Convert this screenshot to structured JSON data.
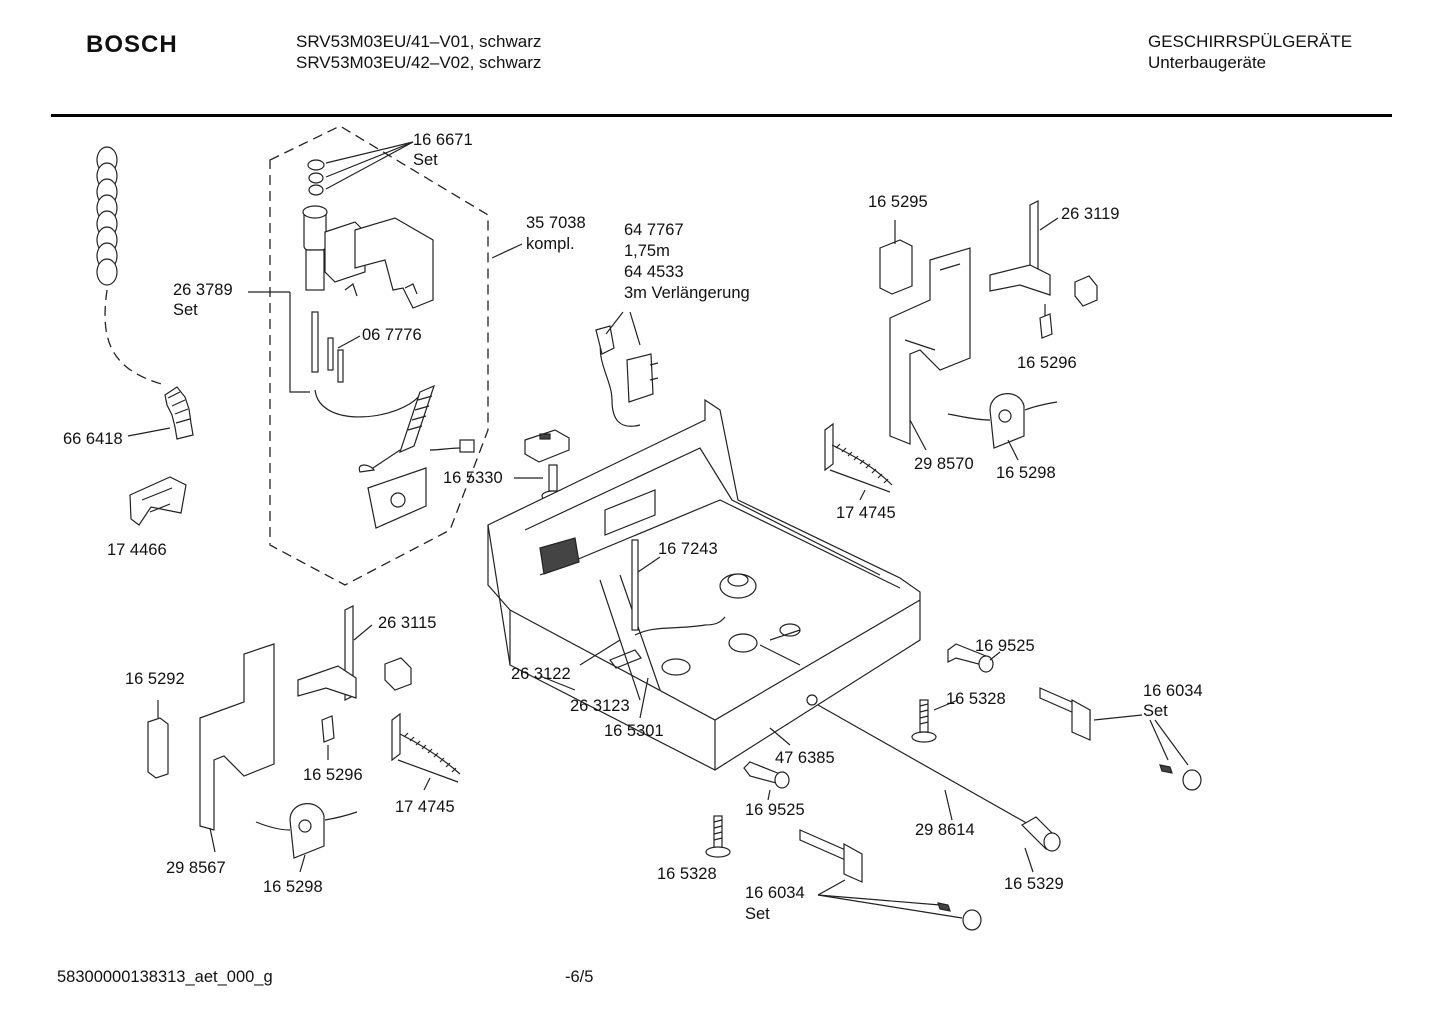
{
  "header": {
    "brand": "BOSCH",
    "model_line_1": "SRV53M03EU/41–V01, schwarz",
    "model_line_2": "SRV53M03EU/42–V02, schwarz",
    "category_line_1": "GESCHIRRSPÜLGERÄTE",
    "category_line_2": "Unterbaugeräte"
  },
  "footer": {
    "document_id": "58300000138313_aet_000_g",
    "page": "-6/5"
  },
  "labels": {
    "p166671": "16 6671",
    "p166671_set": "Set",
    "p357038": "35 7038",
    "p357038_kompl": "kompl.",
    "p647767": "64 7767",
    "p647767_len": "1,75m",
    "p644533": "64 4533",
    "p644533_ext": "3m Verlängerung",
    "p263789": "26 3789",
    "p263789_set": "Set",
    "p067776": "06 7776",
    "p666418": "66 6418",
    "p174466": "17 4466",
    "p165330": "16 5330",
    "p167243": "16 7243",
    "p165295": "16 5295",
    "p263119": "26 3119",
    "p165296_top": "16 5296",
    "p298570": "29 8570",
    "p165298_top": "16 5298",
    "p174745_top": "17 4745",
    "p263115": "26 3115",
    "p165292": "16 5292",
    "p165296_bot": "16 5296",
    "p174745_bot": "17 4745",
    "p298567": "29 8567",
    "p165298_bot": "16 5298",
    "p263122": "26 3122",
    "p263123": "26 3123",
    "p165301": "16 5301",
    "p476385": "47 6385",
    "p169525_top": "16 9525",
    "p165328_top": "16 5328",
    "p166034_top": "16 6034",
    "p166034_top_set": "Set",
    "p169525_bot": "16 9525",
    "p298614": "29 8614",
    "p165328_bot": "16 5328",
    "p166034_bot": "16 6034",
    "p166034_bot_set": "Set",
    "p165329": "16 5329"
  }
}
